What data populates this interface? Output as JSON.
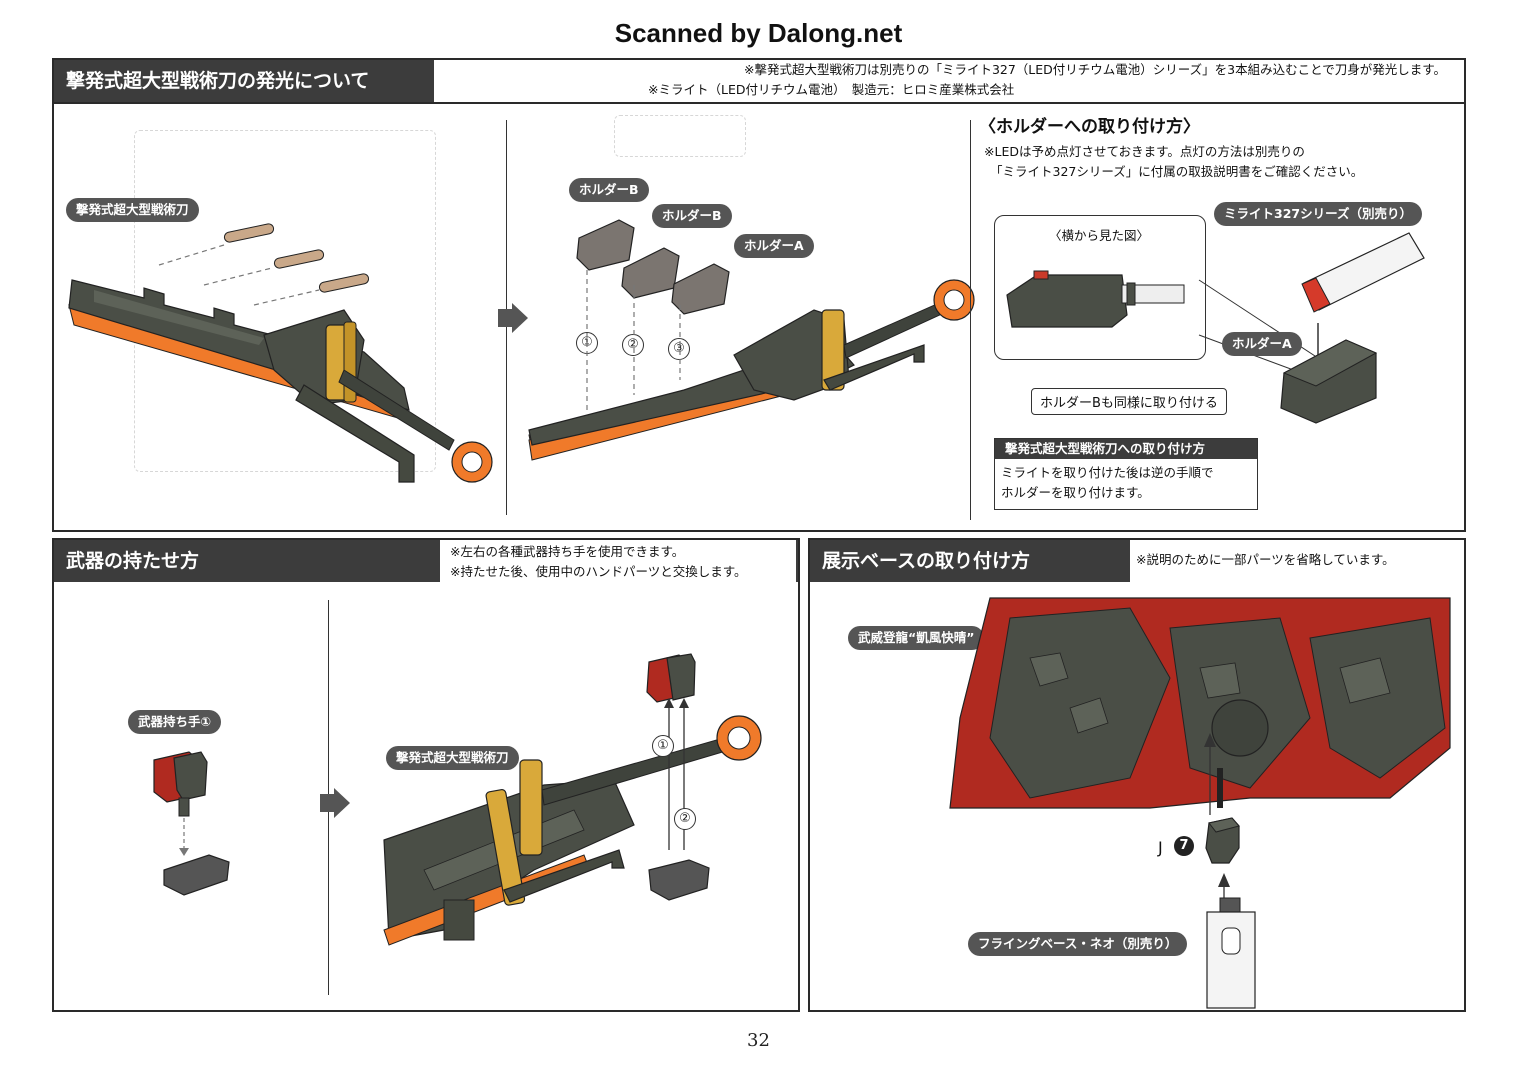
{
  "watermark": "Scanned by Dalong.net",
  "page_number": "32",
  "colors": {
    "header_bg": "#3c3c3c",
    "blade_orange": "#f07a2a",
    "armor_dark": "#4a4e46",
    "gold": "#d9a93a",
    "red_armor": "#b02a20",
    "label_tag": "#555555"
  },
  "section_led": {
    "title": "撃発式超大型戦術刀の発光について",
    "note1": "※撃発式超大型戦術刀は別売りの「ミライト327（LED付リチウム電池）シリーズ」を3本組み込むことで刀身が発光します。",
    "note2": "※ミライト（LED付リチウム電池）　製造元：ヒロミ産業株式会社",
    "sword_label": "撃発式超大型戦術刀",
    "holder_b1": "ホルダーB",
    "holder_b2": "ホルダーB",
    "holder_a": "ホルダーA",
    "step1": "①",
    "step2": "②",
    "step3": "③",
    "holder_howto": {
      "title": "〈ホルダーへの取り付け方〉",
      "note1": "※LEDは予め点灯させておきます。点灯の方法は別売りの",
      "note2": "「ミライト327シリーズ」に付属の取扱説明書をご確認ください。",
      "side_view": "〈横から見た図〉",
      "mirite_label": "ミライト327シリーズ（別売り）",
      "holder_a_label": "ホルダーA",
      "holder_b_same": "ホルダーBも同様に取り付ける",
      "attach_title": "撃発式超大型戦術刀への取り付け方",
      "attach_line1": "ミライトを取り付けた後は逆の手順で",
      "attach_line2": "ホルダーを取り付けます。"
    }
  },
  "section_weapon": {
    "title": "武器の持たせ方",
    "note1": "※左右の各種武器持ち手を使用できます。",
    "note2": "※持たせた後、使用中のハンドパーツと交換します。",
    "hand_label": "武器持ち手①",
    "sword_label": "撃発式超大型戦術刀",
    "step1": "①",
    "step2": "②"
  },
  "section_base": {
    "title": "展示ベースの取り付け方",
    "note": "※説明のために一部パーツを省略しています。",
    "model_label": "武威登龍“凱風快晴”",
    "part_letter": "J",
    "part_number": "7",
    "base_label": "フライングベース・ネオ（別売り）"
  }
}
